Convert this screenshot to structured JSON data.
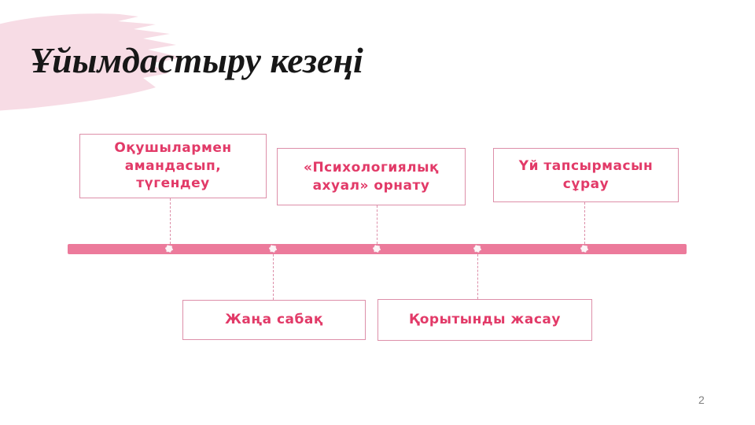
{
  "slide": {
    "title": "Ұйымдастыру кезеңі",
    "page_number": "2"
  },
  "colors": {
    "accent_bar": "#ec7a9b",
    "box_border": "#dd8fa9",
    "box_text": "#e23a68",
    "brush": "#f7dce5",
    "connector": "#dd8fa9",
    "page_number": "#808080"
  },
  "diagram": {
    "type": "timeline",
    "top_items": [
      {
        "label": "Оқушылармен амандасып, түгендеу"
      },
      {
        "label": "«Психологиялық ахуал» орнату"
      },
      {
        "label": "Үй тапсырмасын сұрау"
      }
    ],
    "bottom_items": [
      {
        "label": "Жаңа сабақ"
      },
      {
        "label": "Қорытынды жасау"
      }
    ]
  }
}
